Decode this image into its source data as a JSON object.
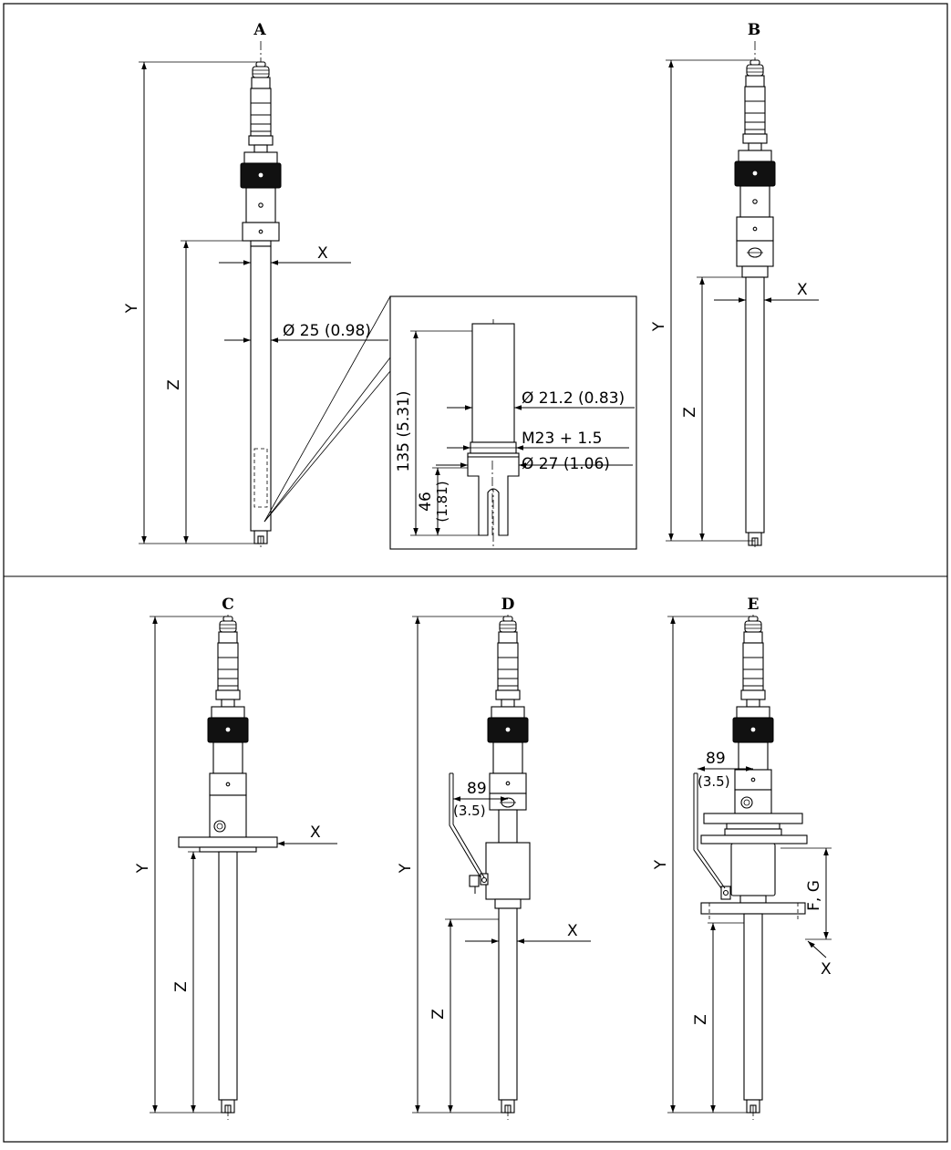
{
  "views": [
    {
      "id": "A",
      "label": "A"
    },
    {
      "id": "B",
      "label": "B"
    },
    {
      "id": "C",
      "label": "C"
    },
    {
      "id": "D",
      "label": "D"
    },
    {
      "id": "E",
      "label": "E"
    }
  ],
  "dimensions": {
    "x": "X",
    "y": "Y",
    "z": "Z",
    "tube_diameter": "Ø 25 (0.98)",
    "fg": "F, G",
    "lever_89": "89",
    "lever_35": "(3.5)"
  },
  "detail": {
    "length_135": "135 (5.31)",
    "tip_46": "46",
    "tip_181": "(1.81)",
    "inner_diameter": "Ø 21.2 (0.83)",
    "thread": "M23 + 1.5",
    "outer_diameter": "Ø 27 (1.06)"
  }
}
